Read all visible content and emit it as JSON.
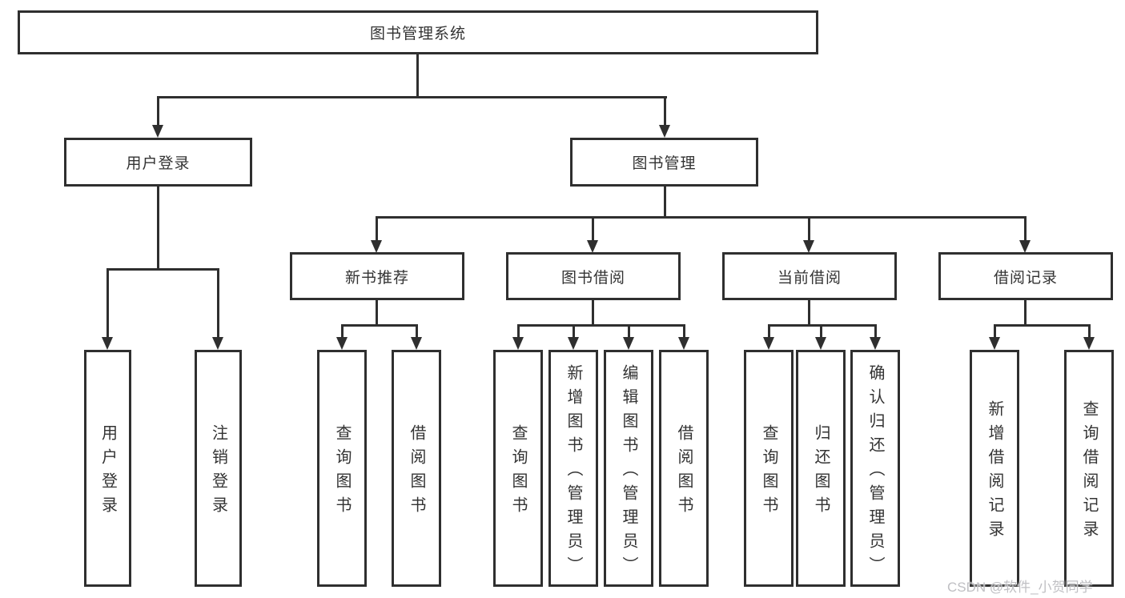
{
  "diagram": {
    "root": {
      "label": "图书管理系统"
    },
    "level1": [
      {
        "label": "用户登录"
      },
      {
        "label": "图书管理"
      }
    ],
    "level2": [
      {
        "label": "新书推荐"
      },
      {
        "label": "图书借阅"
      },
      {
        "label": "当前借阅"
      },
      {
        "label": "借阅记录"
      }
    ],
    "leaves": {
      "user_login": [
        "用户登录",
        "注销登录"
      ],
      "new_book": [
        "查询图书",
        "借阅图书"
      ],
      "book_borrow": [
        "查询图书",
        "新增图书（管理员）",
        "编辑图书（管理员）",
        "借阅图书"
      ],
      "current_borrow": [
        "查询图书",
        "归还图书",
        "确认归还（管理员）"
      ],
      "borrow_records": [
        "新增借阅记录",
        "查询借阅记录"
      ]
    }
  },
  "watermark": {
    "text": "CSDN @软件_小贺同学"
  },
  "colors": {
    "line": "#2f2f2f",
    "text": "#333333",
    "background": "#ffffff",
    "watermark": "#bfbfc3"
  }
}
